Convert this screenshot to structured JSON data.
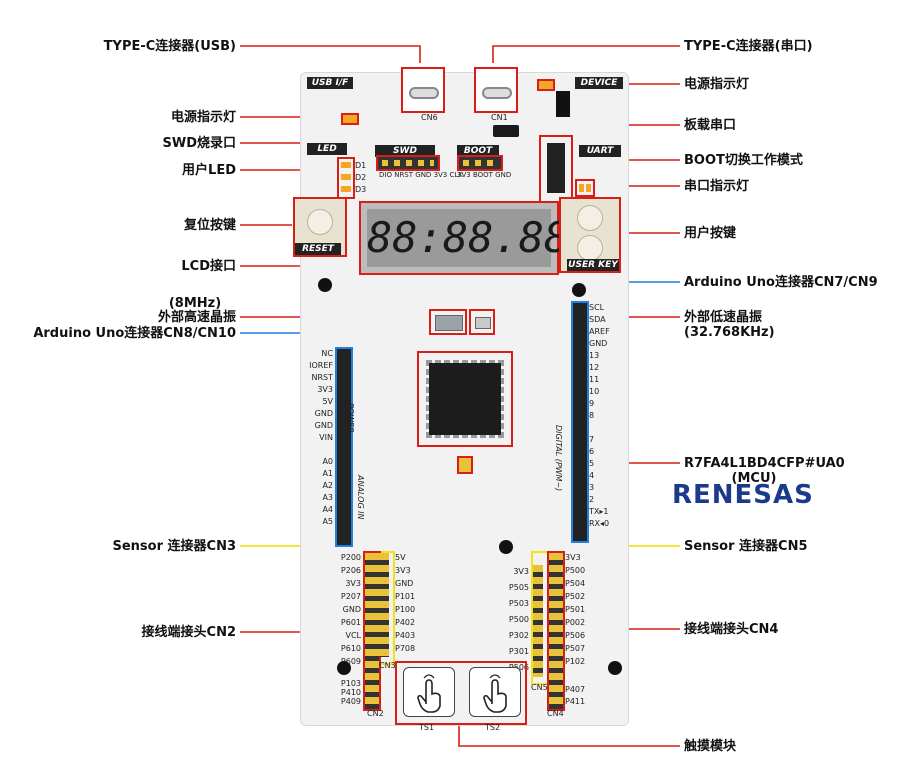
{
  "callouts": {
    "typec_usb": "TYPE-C连接器(USB)",
    "typec_uart": "TYPE-C连接器(串口)",
    "power_led_left": "电源指示灯",
    "power_led_right": "电源指示灯",
    "onboard_uart": "板载串口",
    "swd": "SWD烧录口",
    "boot": "BOOT切换工作模式",
    "user_led": "用户LED",
    "uart_led": "串口指示灯",
    "reset_key": "复位按键",
    "user_key": "用户按键",
    "lcd": "LCD接口",
    "arduino_cn7_cn9": "Arduino Uno连接器CN7/CN9",
    "hs_xtal_freq": "(8MHz)",
    "hs_xtal": "外部高速晶振",
    "ls_xtal": "外部低速晶振",
    "ls_xtal_freq": "(32.768KHz)",
    "arduino_cn8_cn10": "Arduino Uno连接器CN8/CN10",
    "mcu_part": "R7FA4L1BD4CFP#UA0",
    "mcu": "(MCU)",
    "sensor_cn3": "Sensor 连接器CN3",
    "sensor_cn5": "Sensor 连接器CN5",
    "header_cn2": "接线端接头CN2",
    "header_cn4": "接线端接头CN4",
    "touch": "触摸模块"
  },
  "brand": "RENESAS",
  "board": {
    "usb_if": "USB I/F",
    "device": "DEVICE",
    "led": "LED",
    "swd": "SWD",
    "boot": "BOOT",
    "uart": "UART",
    "reset": "RESET",
    "user_key": "USER KEY",
    "lcd_digits": "88:88.88",
    "swd_pins": [
      "DIO",
      "NRST",
      "GND",
      "3V3",
      "CLK"
    ],
    "boot_pins": [
      "3V3",
      "BOOT",
      "GND"
    ],
    "led_names": [
      "D1",
      "D2",
      "D3"
    ],
    "arduino_left": [
      "NC",
      "IOREF",
      "NRST",
      "3V3",
      "5V",
      "GND",
      "GND",
      "VIN",
      "A0",
      "A1",
      "A2",
      "A3",
      "A4",
      "A5"
    ],
    "arduino_right": [
      "SCL",
      "SDA",
      "AREF",
      "GND",
      "13",
      "12",
      "11",
      "10",
      "9",
      "8",
      "7",
      "6",
      "5",
      "4",
      "3",
      "2",
      "TX▸1",
      "RX◂0"
    ],
    "power": "POWER",
    "analog_in": "ANALOG IN",
    "digital": "DIGITAL (PWM~)",
    "cn2_left": [
      "P200",
      "P206",
      "3V3",
      "P207",
      "GND",
      "P601",
      "VCL",
      "P610",
      "P609"
    ],
    "cn3_right": [
      "5V",
      "3V3",
      "GND",
      "P101",
      "P100",
      "P402",
      "P403",
      "P708"
    ],
    "cn2_bottom": [
      "P103",
      "P410",
      "P409"
    ],
    "cn4_left": [
      "3V3",
      "P505",
      "P503",
      "P500",
      "P302",
      "P301",
      "P506"
    ],
    "cn5_right": [
      "3V3",
      "P500",
      "P504",
      "P502",
      "P501",
      "P002",
      "P506",
      "P507",
      "P102"
    ],
    "cn4_bottom": [
      "P407",
      "P411"
    ],
    "ts1": "TS1",
    "ts2": "TS2",
    "cn6": "CN6",
    "cn1": "CN1",
    "cn2": "CN2",
    "cn3": "CN3",
    "cn4": "CN4",
    "cn5": "CN5"
  }
}
